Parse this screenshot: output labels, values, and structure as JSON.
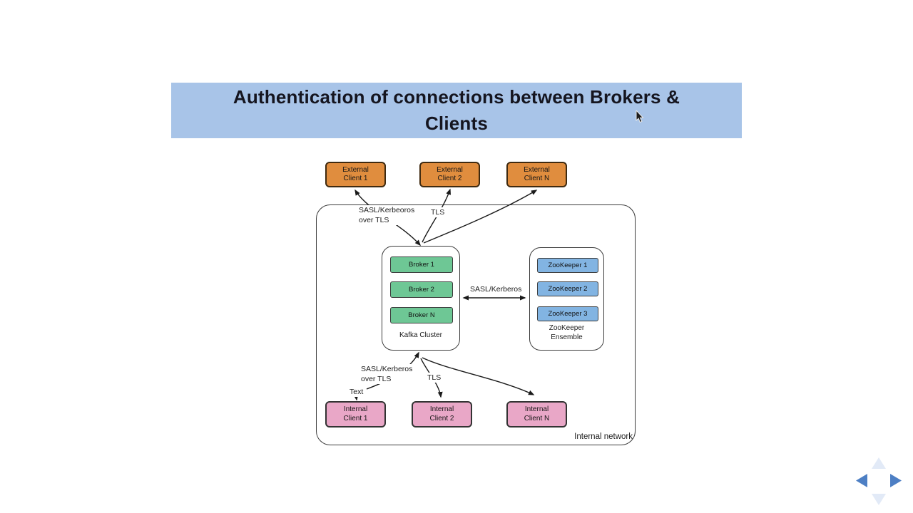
{
  "title": {
    "line1": "Authentication of connections between Brokers &",
    "line2": "Clients"
  },
  "diagram": {
    "external_clients": [
      {
        "line1": "External",
        "line2": "Client 1"
      },
      {
        "line1": "External",
        "line2": "Client 2"
      },
      {
        "line1": "External",
        "line2": "Client N"
      }
    ],
    "kafka_cluster": {
      "label": "Kafka Cluster",
      "brokers": [
        "Broker 1",
        "Broker 2",
        "Broker N"
      ]
    },
    "zookeeper_ensemble": {
      "label_line1": "ZooKeeper",
      "label_line2": "Ensemble",
      "nodes": [
        "ZooKeeper 1",
        "ZooKeeper 2",
        "ZooKeeper 3"
      ]
    },
    "internal_clients": [
      {
        "line1": "Internal",
        "line2": "Client 1"
      },
      {
        "line1": "Internal",
        "line2": "Client 2"
      },
      {
        "line1": "Internal",
        "line2": "Client N"
      }
    ],
    "edge_labels": {
      "external_sasl_line1": "SASL/Kerbeoros",
      "external_sasl_line2": "over TLS",
      "external_tls": "TLS",
      "broker_zookeeper": "SASL/Kerberos",
      "internal_sasl_line1": "SASL/Kerberos",
      "internal_sasl_line2": "over TLS",
      "internal_tls": "TLS",
      "text_placeholder": "Text",
      "internal_network": "Internal network"
    }
  },
  "nav": {
    "prev_icon": "left-triangle",
    "next_icon": "right-triangle",
    "up_icon": "up-triangle",
    "down_icon": "down-triangle"
  },
  "colors": {
    "canvas_bg": "#ffffff",
    "title_bg": "#a8c4e8",
    "title_text": "#15151f",
    "external_client_fill": "#e08d3e",
    "broker_fill": "#6ec795",
    "zookeeper_fill": "#82b4e2",
    "internal_client_fill": "#e9a7c7",
    "node_border": "#3d3d3d",
    "connector": "#1a1a1a",
    "nav_active": "#4d7fc4",
    "nav_inactive": "#e2eaf7"
  }
}
